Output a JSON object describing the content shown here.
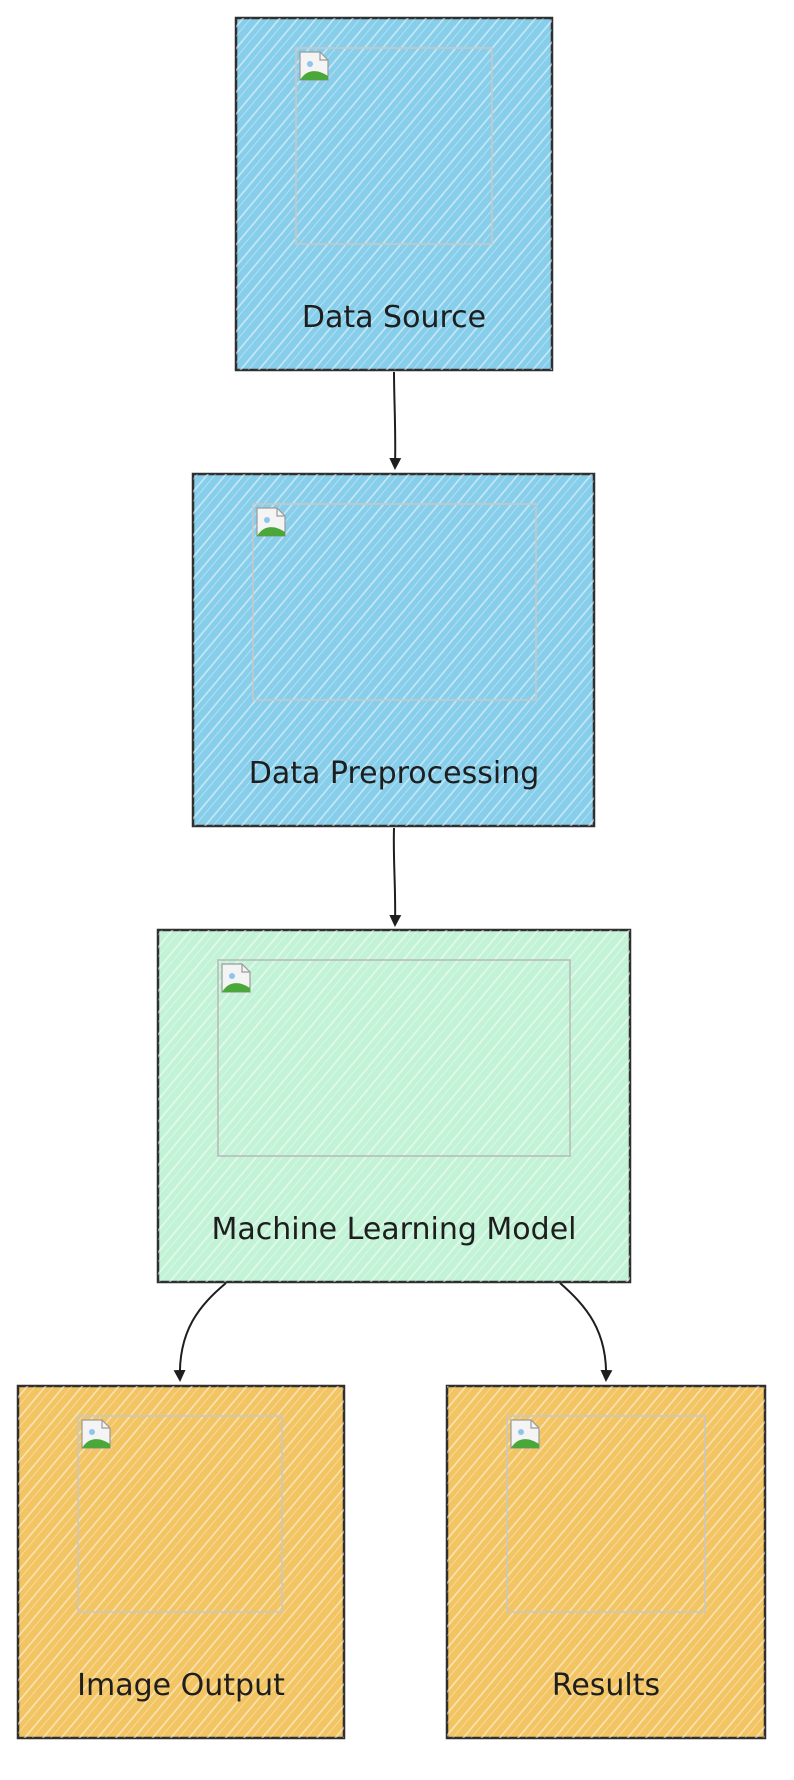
{
  "diagram": {
    "nodes": [
      {
        "id": "data-source",
        "label": "Data Source",
        "fill": "#87ceeb",
        "stroke": "#2f2f2f"
      },
      {
        "id": "data-preprocessing",
        "label": "Data Preprocessing",
        "fill": "#87ceeb",
        "stroke": "#2f2f2f"
      },
      {
        "id": "machine-learning-model",
        "label": "Machine Learning Model",
        "fill": "#c3f3d6",
        "stroke": "#2f2f2f"
      },
      {
        "id": "image-output",
        "label": "Image Output",
        "fill": "#f2c462",
        "stroke": "#2f2f2f"
      },
      {
        "id": "results",
        "label": "Results",
        "fill": "#f2c462",
        "stroke": "#2f2f2f"
      }
    ],
    "edges": [
      {
        "from": "data-source",
        "to": "data-preprocessing"
      },
      {
        "from": "data-preprocessing",
        "to": "machine-learning-model"
      },
      {
        "from": "machine-learning-model",
        "to": "image-output"
      },
      {
        "from": "machine-learning-model",
        "to": "results"
      }
    ],
    "edge_color": "#1e1e1e",
    "image_placeholder_icon": "broken-image-icon"
  }
}
